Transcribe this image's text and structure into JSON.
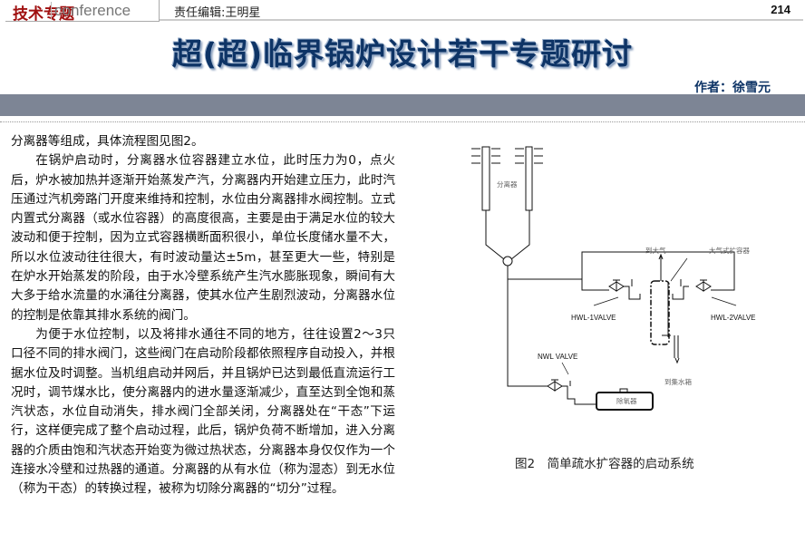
{
  "header": {
    "logo_cn": "技术专题",
    "logo_en": "conference",
    "editor": "责任编辑:王明星",
    "page_number": "214"
  },
  "article": {
    "title": "超(超)临界锅炉设计若干专题研讨",
    "author": "作者：徐雪元",
    "paragraphs": [
      "分离器等组成，具体流程图见图2。",
      "在锅炉启动时，分离器水位容器建立水位，此时压力为0，点火后，炉水被加热并逐渐开始蒸发产汽，分离器内开始建立压力，此时汽压通过汽机旁路门开度来维持和控制，水位由分离器排水阀控制。立式内置式分离器（或水位容器）的高度很高，主要是由于满足水位的较大波动和便于控制，因为立式容器横断面积很小，单位长度储水量不大，所以水位波动往往很大，有时波动量达±5m，甚至更大一些，特别是在炉水开始蒸发的阶段，由于水冷壁系统产生汽水膨胀现象，瞬间有大大多于给水流量的水涌往分离器，使其水位产生剧烈波动，分离器水位的控制是依靠其排水系统的阀门。",
      "为便于水位控制，以及将排水通往不同的地方，往往设置2～3只口径不同的排水阀门，这些阀门在启动阶段都依照程序自动投入，并根据水位及时调整。当机组启动并网后，并且锅炉已达到最低直流运行工况时，调节煤水比，使分离器内的进水量逐渐减少，直至达到全饱和蒸汽状态，水位自动消失，排水阀门全部关闭，分离器处在“干态”下运行，这样便完成了整个启动过程，此后，锅炉负荷不断增加，进入分离器的介质由饱和汽状态开始变为微过热状态，分离器本身仅仅作为一个连接水冷壁和过热器的通道。分离器的从有水位（称为湿态）到无水位（称为干态）的转换过程，被称为切除分离器的“切分”过程。"
    ]
  },
  "figure": {
    "caption": "图2　简单疏水扩容器的启动系统",
    "labels": {
      "separator": "分离器",
      "to_atmosphere": "到大气",
      "flash_tank": "大气式扩容器",
      "hwl1": "HWL-1VALVE",
      "hwl2": "HWL-2VALVE",
      "nwl": "NWL VALVE",
      "to_tank": "到集水箱",
      "deaerator": "除氧器"
    }
  }
}
